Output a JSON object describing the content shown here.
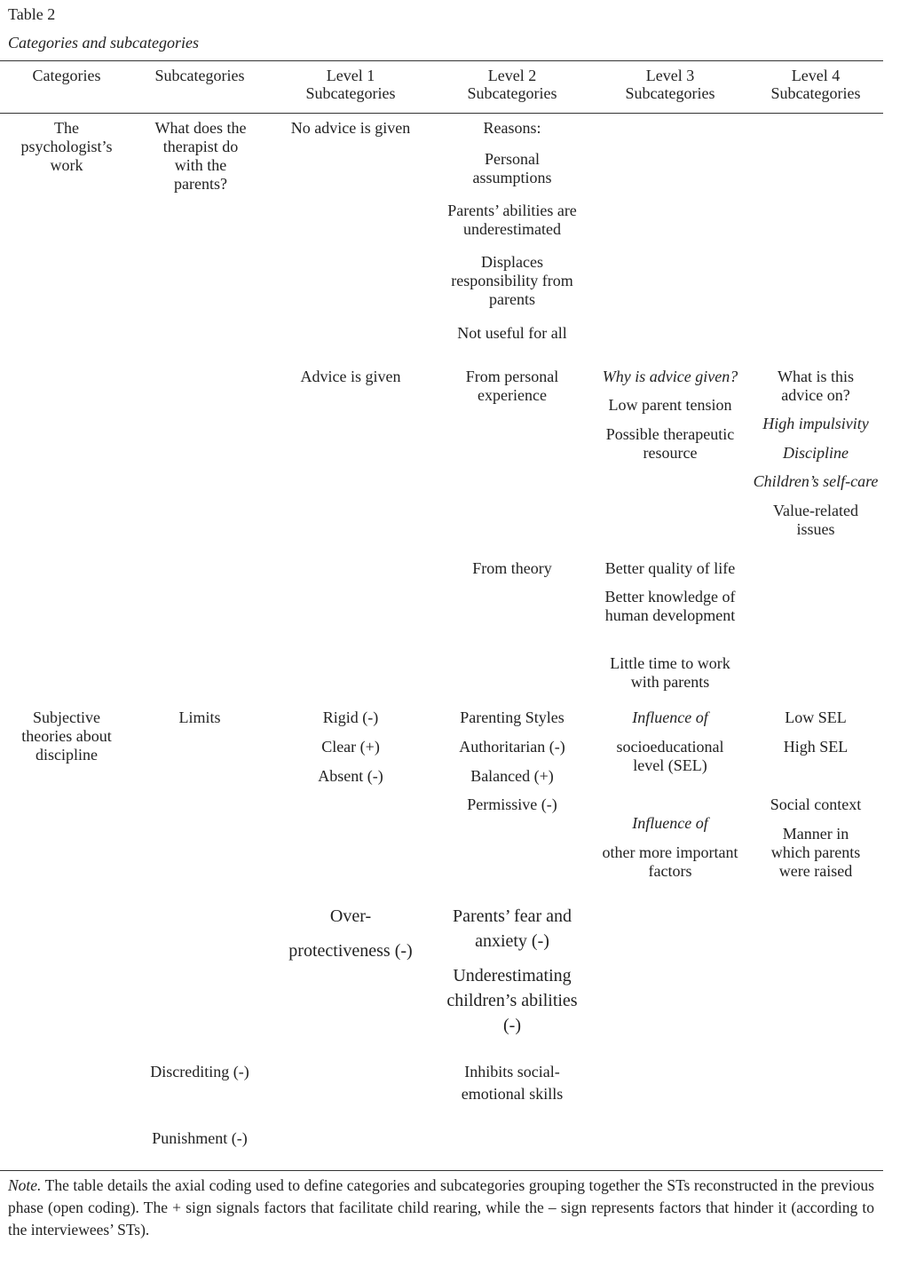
{
  "table_label": "Table 2",
  "table_caption": "Categories and subcategories",
  "headers": {
    "categories": "Categories",
    "subcategories": "Subcategories",
    "level1": [
      "Level 1",
      "Subcategories"
    ],
    "level2": [
      "Level 2",
      "Subcategories"
    ],
    "level3": [
      "Level 3",
      "Subcategories"
    ],
    "level4": [
      "Level 4",
      "Subcategories"
    ]
  },
  "section1": {
    "category": "The psychologist’s work",
    "subcategory": "What does the therapist do with the parents?",
    "l1_no_advice": "No advice is given",
    "l2_reasons": "Reasons:",
    "l2_personal": "Personal assumptions",
    "l2_underestimated": "Parents’ abilities are underestimated",
    "l2_displaces": "Displaces responsibility from parents",
    "l2_not_useful": "Not useful for all",
    "l1_advice": "Advice is given",
    "l2_from_personal": "From personal experience",
    "l3_why": "Why is advice given?",
    "l3_low_tension": "Low parent tension",
    "l3_possible": "Possible therapeutic resource",
    "l4_what": "What is this advice on?",
    "l4_impulsivity": "High impulsivity",
    "l4_discipline": "Discipline",
    "l4_selfcare": "Children’s self-care",
    "l4_value": "Value-related issues",
    "l2_from_theory": "From theory",
    "l3_quality": "Better quality of life",
    "l3_knowledge": "Better knowledge of human development",
    "l3_little_time": "Little time to work with parents"
  },
  "section2": {
    "category": "Subjective theories about discipline",
    "sub_limits": "Limits",
    "l1_rigid": "Rigid (-)",
    "l1_clear": "Clear (+)",
    "l1_absent": "Absent (-)",
    "l2_styles": "Parenting Styles",
    "l2_authoritarian": "Authoritarian (-)",
    "l2_balanced": "Balanced (+)",
    "l2_permissive": "Permissive (-)",
    "l3_influence1": "Influence of",
    "l3_sel": "socioeducational level (SEL)",
    "l3_influence2": "Influence of",
    "l3_other": "other more important factors",
    "l4_low_sel": "Low SEL",
    "l4_high_sel": "High SEL",
    "l4_social": "Social context",
    "l4_manner": "Manner in which parents were raised",
    "l1_over": "Over-",
    "l1_protect": "protectiveness (-)",
    "l2_fear": "Parents’ fear and anxiety (-)",
    "l2_underest": "Underestimating children’s abilities (-)",
    "sub_discrediting": "Discrediting  (-)",
    "l2_inhibits": "Inhibits social-emotional skills",
    "sub_punishment": "Punishment (-)"
  },
  "note": {
    "label": "Note.",
    "text": " The table details the axial coding used to define categories and subcategories grouping together the STs reconstructed in the previous phase (open coding). The + sign signals factors that facilitate child rearing, while the – sign represents factors that hinder it (according to the interviewees’ STs)."
  }
}
